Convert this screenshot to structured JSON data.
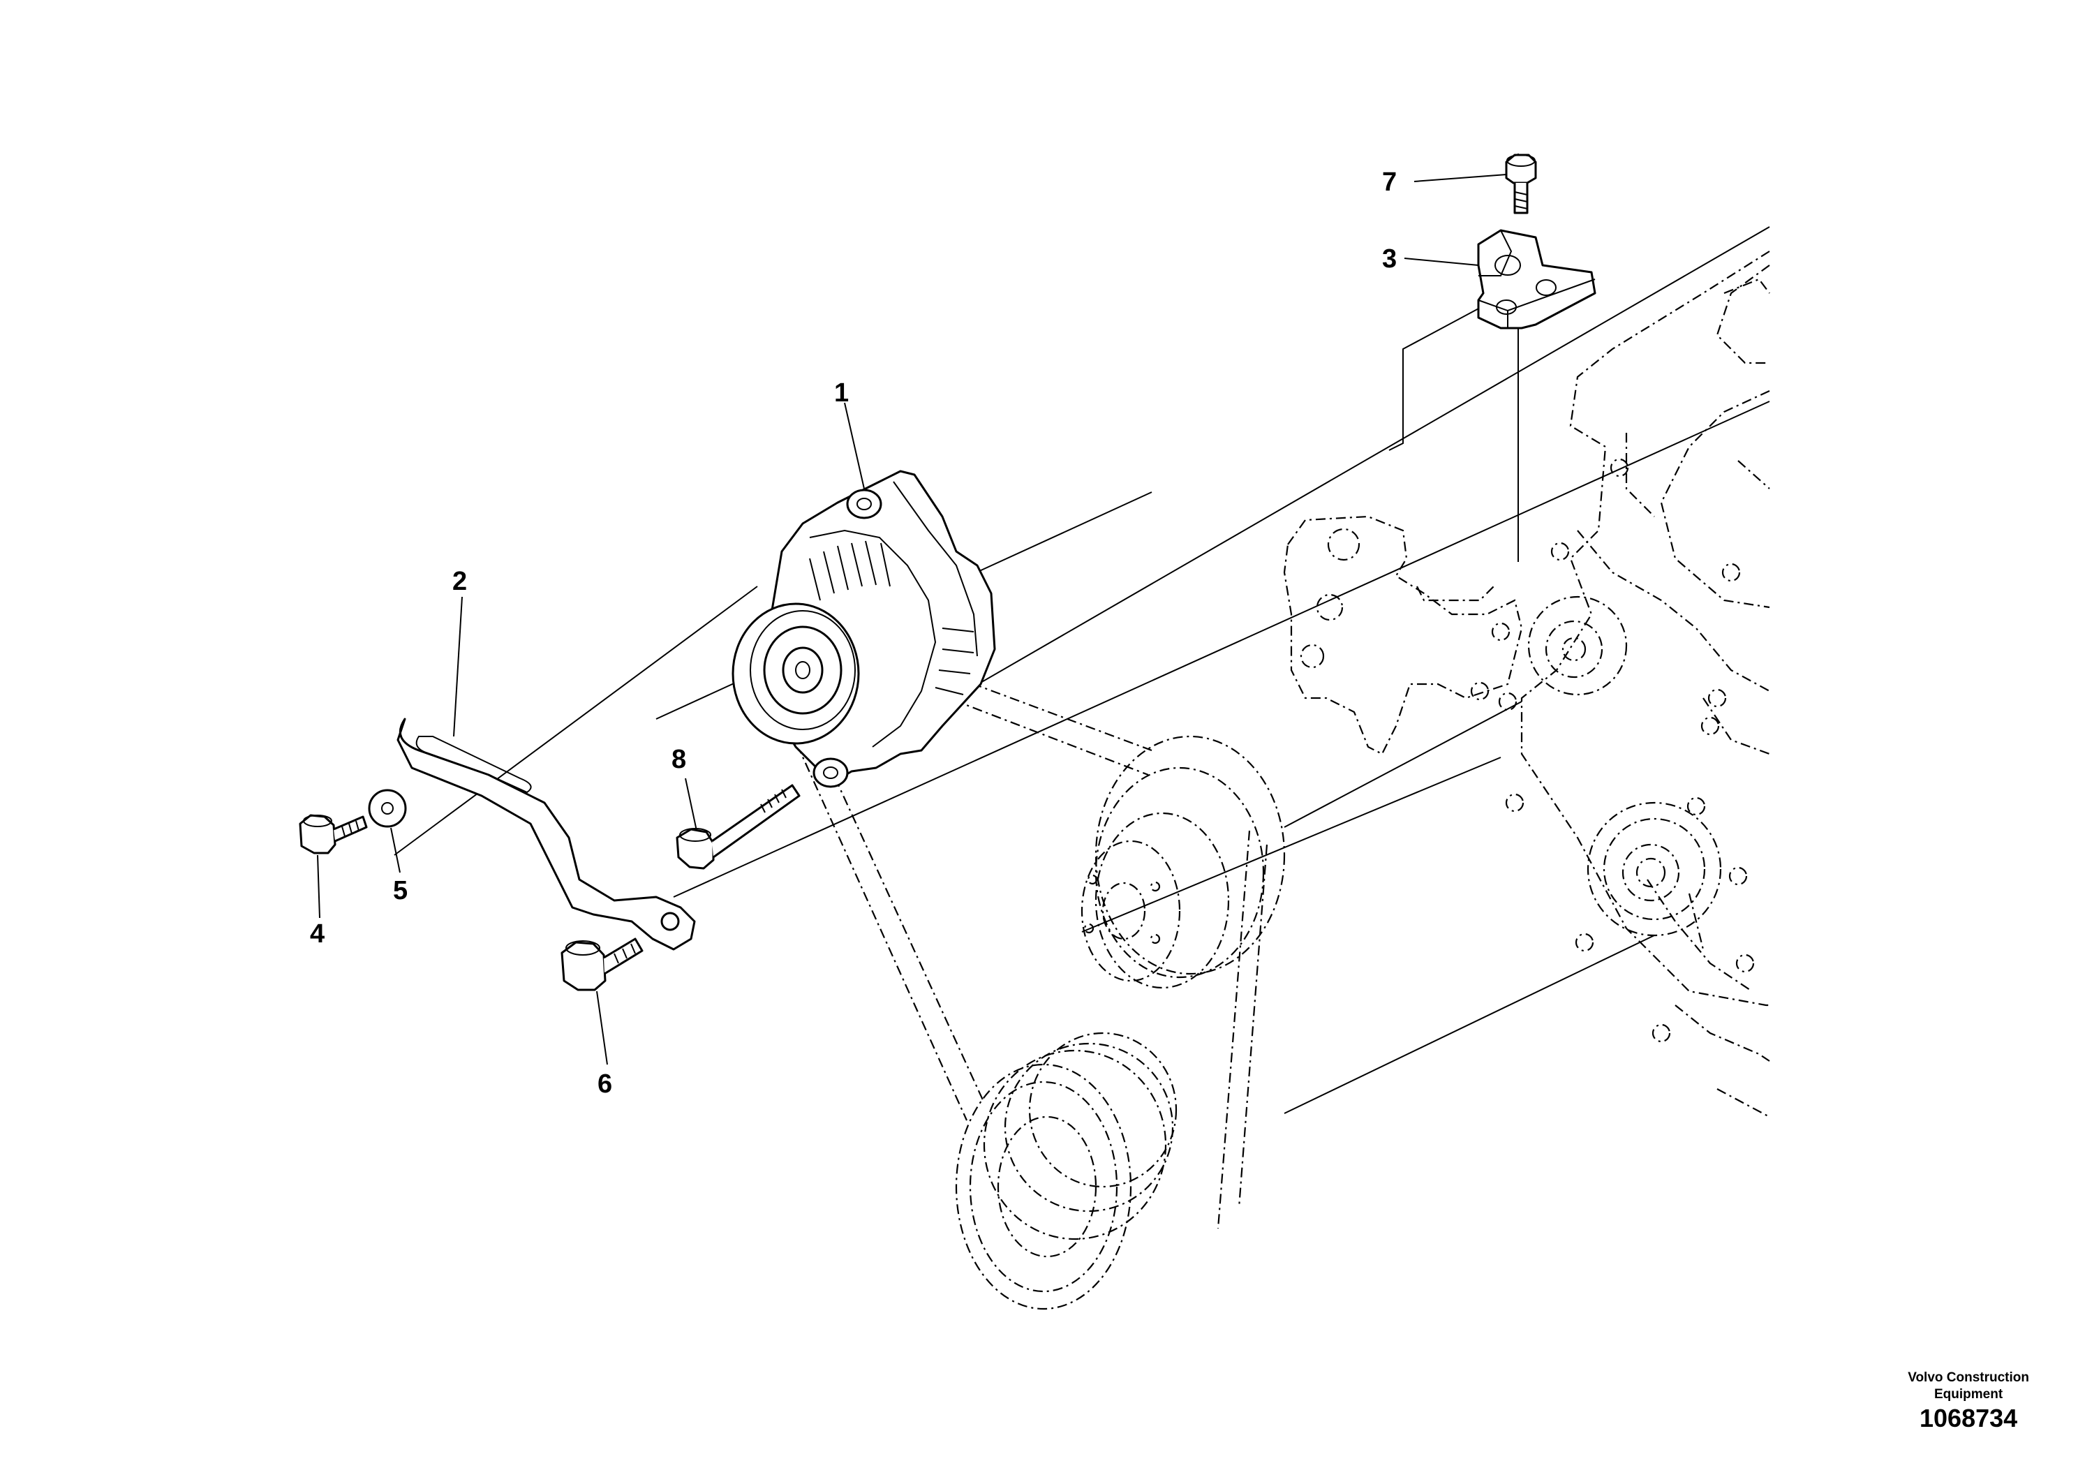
{
  "callouts": [
    {
      "id": "1",
      "label": "1"
    },
    {
      "id": "2",
      "label": "2"
    },
    {
      "id": "3",
      "label": "3"
    },
    {
      "id": "4",
      "label": "4"
    },
    {
      "id": "5",
      "label": "5"
    },
    {
      "id": "6",
      "label": "6"
    },
    {
      "id": "7",
      "label": "7"
    },
    {
      "id": "8",
      "label": "8"
    }
  ],
  "footer": {
    "brand_line1": "Volvo Construction",
    "brand_line2": "Equipment",
    "document_number": "1068734"
  }
}
